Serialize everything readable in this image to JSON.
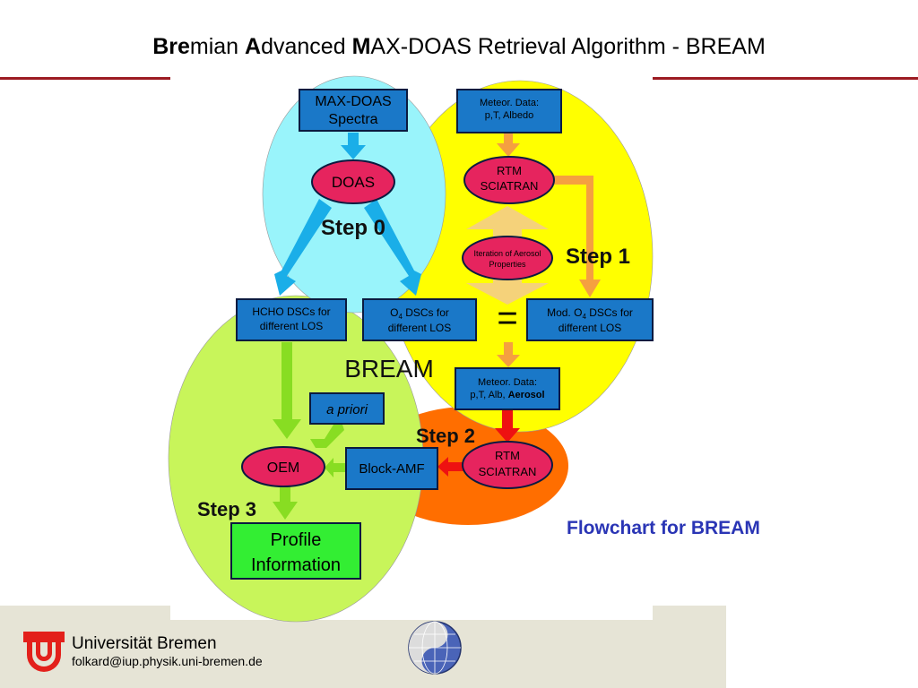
{
  "title": {
    "p1_bold": "Bre",
    "p1_rest": "mian ",
    "p2_bold": "A",
    "p2_rest": "dvanced ",
    "p3_bold": "M",
    "p3_rest": "AX-DOAS Retrieval Algorithm - BREAM"
  },
  "diagram": {
    "max_doas_l1": "MAX-DOAS",
    "max_doas_l2": "Spectra",
    "doas": "DOAS",
    "step0": "Step 0",
    "meteor1_l1": "Meteor. Data:",
    "meteor1_l2": "p,T, Albedo",
    "rtm1_l1": "RTM",
    "rtm1_l2": "SCIATRAN",
    "iter_l1": "Iteration of Aerosol",
    "iter_l2": "Properties",
    "step1": "Step 1",
    "hcho_l1": "HCHO DSCs for",
    "hcho_l2": "different LOS",
    "o4_prefix": "O",
    "o4_sub": "4",
    "o4_l1_rest": " DSCs for",
    "o4_l2": "different LOS",
    "equals": "=",
    "mod_prefix": "Mod. O",
    "mod_sub": "4",
    "mod_l1_rest": " DSCs for",
    "mod_l2": "different LOS",
    "bream": "BREAM",
    "meteor2_l1": "Meteor. Data:",
    "meteor2_l2_plain": "p,T, Alb, ",
    "meteor2_l2_bold": "Aerosol",
    "apriori": "a priori",
    "step2": "Step 2",
    "oem": "OEM",
    "block_amf": "Block-AMF",
    "rtm2_l1": "RTM",
    "rtm2_l2": "SCIATRAN",
    "step3": "Step 3",
    "profile_l1": "Profile",
    "profile_l2": "Information"
  },
  "caption": "Flowchart for BREAM",
  "footer": {
    "university": "Universität Bremen",
    "email": "folkard@iup.physik.uni-bremen.de"
  },
  "colors": {
    "rule": "#9c1b22",
    "cyan_area": "#99f4fb",
    "yellow_area": "#ffff00",
    "green_area": "#c8f55a",
    "orange_area": "#ff6e00",
    "blue_box": "#1a78c8",
    "pink_ellipse": "#e6245e",
    "green_box": "#33ee33",
    "caption": "#2a35b5"
  }
}
